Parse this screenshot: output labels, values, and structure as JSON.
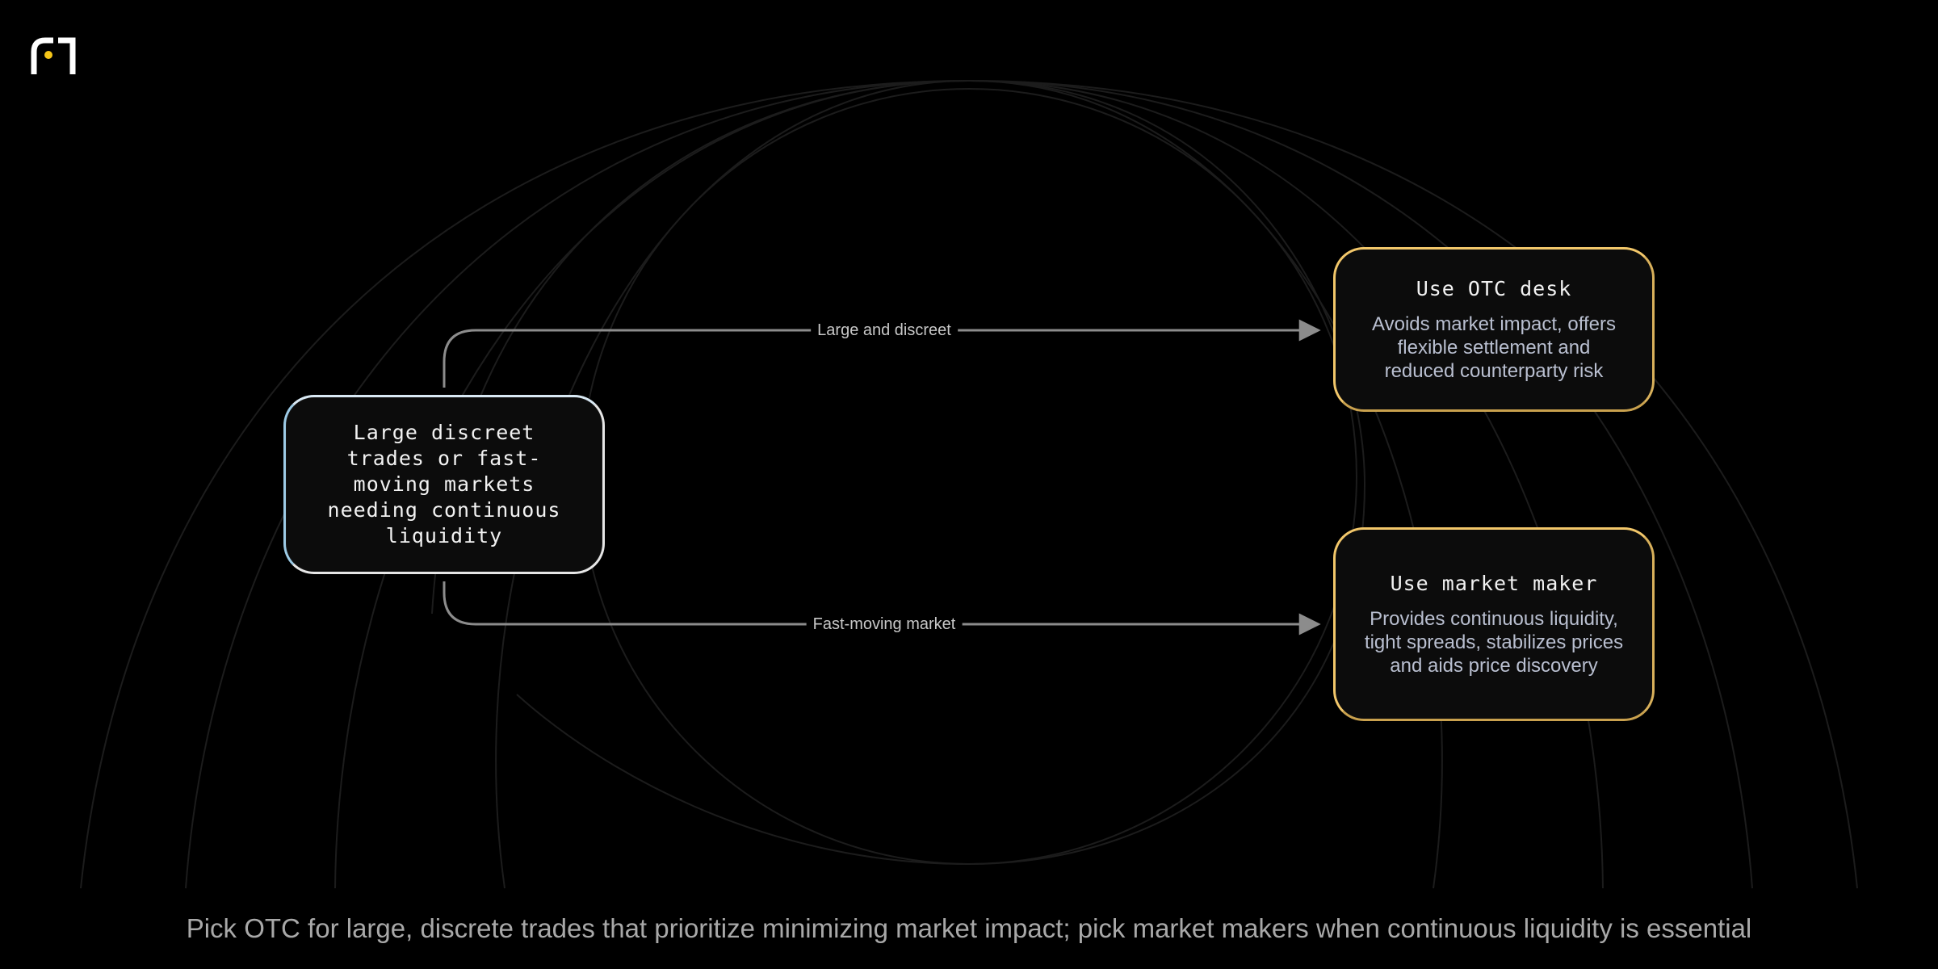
{
  "logo": {
    "icon": "brand-logo-icon",
    "accent": "#f5c518"
  },
  "nodes": {
    "source": {
      "title": "Large discreet trades or fast-moving markets needing continuous liquidity"
    },
    "otc": {
      "title": "Use OTC desk",
      "description": "Avoids market impact, offers flexible settlement and reduced counterparty risk"
    },
    "market_maker": {
      "title": "Use market maker",
      "description": "Provides continuous liquidity, tight spreads, stabilizes prices and aids price discovery"
    }
  },
  "edges": {
    "to_otc": {
      "label": "Large and discreet"
    },
    "to_market_maker": {
      "label": "Fast-moving market"
    }
  },
  "footer": {
    "caption": "Pick OTC for large, discrete trades that prioritize minimizing market impact; pick market makers when continuous liquidity is essential"
  },
  "colors": {
    "background": "#000000",
    "outcome_border": "#f2c76a",
    "source_border": "#e6e6e6",
    "source_border_accent": "#9dcbe6",
    "connector": "#8c8c8c",
    "background_arcs": "#1c1c1c"
  }
}
